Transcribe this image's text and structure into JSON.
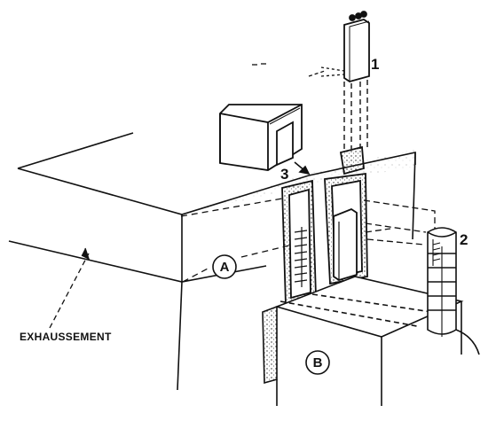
{
  "labels": {
    "one": "1",
    "two": "2",
    "three": "3",
    "a": "A",
    "b": "B",
    "exhaussement": "EXHAUSSEMENT"
  },
  "colors": {
    "ink": "#111111",
    "paper": "#ffffff"
  }
}
